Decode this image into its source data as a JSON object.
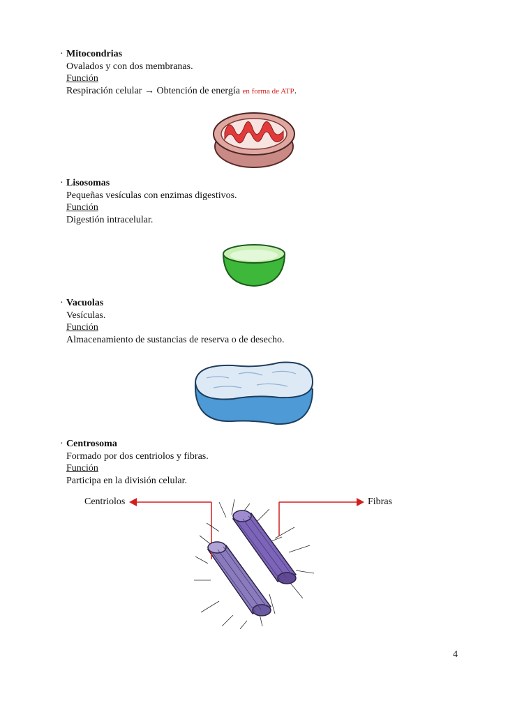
{
  "sections": [
    {
      "bullet": "·",
      "title": "Mitocondrias",
      "description": "Ovalados y con dos membranas.",
      "function_label": "Función",
      "function_text": "Respiración celular → Obtención de energía",
      "function_extra": "en forma de ATP",
      "function_end": "."
    },
    {
      "bullet": "·",
      "title": "Lisosomas",
      "description": "Pequeñas vesículas con enzimas digestivos.",
      "function_label": "Función",
      "function_text": "Digestión intracelular."
    },
    {
      "bullet": "·",
      "title": "Vacuolas",
      "description": "Vesículas.",
      "function_label": "Función",
      "function_text": "Almacenamiento de sustancias de reserva o de desecho."
    },
    {
      "bullet": "·",
      "title": "Centrosoma",
      "description": "Formado por dos centriolos y fibras.",
      "function_label": "Función",
      "function_text": "Participa en la división celular."
    }
  ],
  "labels": {
    "centriolos": "Centriolos",
    "fibras": "Fibras"
  },
  "page_number": "4",
  "colors": {
    "accent_red": "#d11f1f",
    "mito_red": "#e23a3a",
    "lyso_green": "#3db83a",
    "vacuole_blue": "#4d9ad6",
    "centriole_purple": "#7c64b8"
  }
}
